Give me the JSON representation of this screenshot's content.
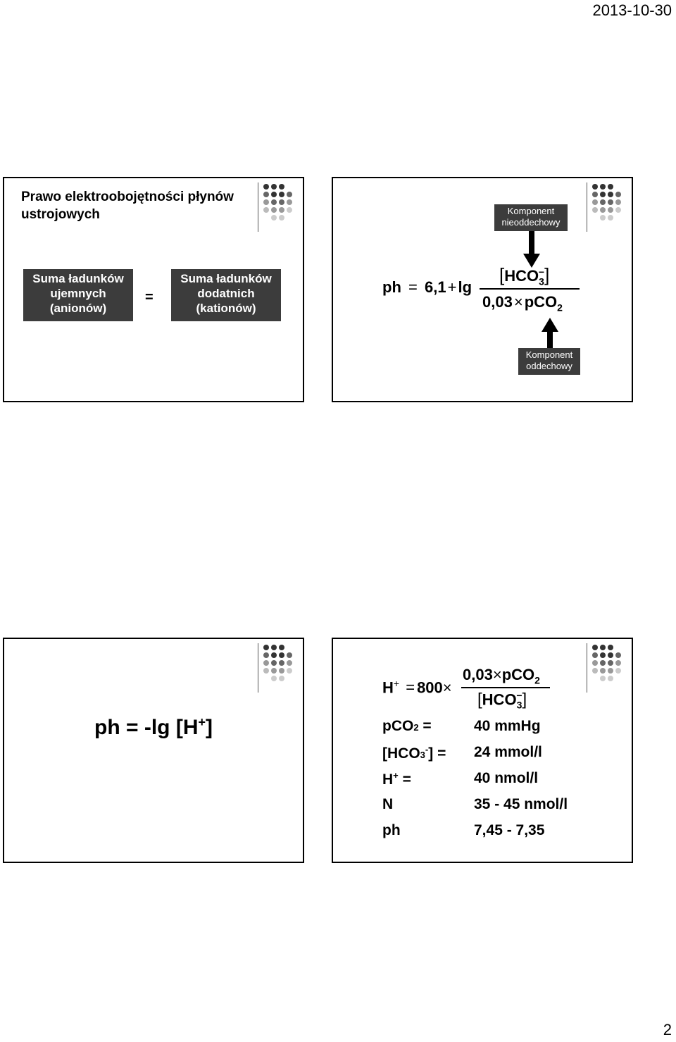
{
  "header": {
    "date": "2013-10-30"
  },
  "footer": {
    "page_number": "2"
  },
  "slide1": {
    "title": "Prawo elektroobojętności płynów ustrojowych",
    "left_box": [
      "Suma ładunków",
      "ujemnych",
      "(anionów)"
    ],
    "equals": "=",
    "right_box": [
      "Suma ładunków",
      "dodatnich",
      "(kationów)"
    ]
  },
  "slide2": {
    "top_tag": [
      "Komponent",
      "nieoddechowy"
    ],
    "bottom_tag": [
      "Komponent",
      "oddechowy"
    ],
    "equation": {
      "lhs": "ph",
      "eq": "=",
      "const": "6,1",
      "plus": "+",
      "log": "lg",
      "numerator": "HCO",
      "numerator_sub": "3",
      "numerator_sup": "−",
      "denominator_factor": "0,03",
      "times": "×",
      "denominator_var": "pCO",
      "denominator_sub": "2"
    }
  },
  "slide3": {
    "formula_main": "ph = -lg [H",
    "formula_sup": "+",
    "formula_end": "]"
  },
  "slide4": {
    "equation": {
      "lhs": "H",
      "lhs_sup": "+",
      "eq": "=",
      "const": "800",
      "times": "×",
      "numerator_factor": "0,03",
      "numerator_var": "pCO",
      "numerator_sub": "2",
      "denominator": "HCO",
      "denominator_sub": "3",
      "denominator_sup": "−"
    },
    "rows": [
      {
        "label": "pCO",
        "label_sub": "2",
        "label_sup": "",
        "label_end": " =",
        "value": "40 mmHg"
      },
      {
        "label": "[HCO",
        "label_sub": "3",
        "label_sup": "-",
        "label_end": "] =",
        "value": "24 mmol/l"
      },
      {
        "label": "H",
        "label_sub": "",
        "label_sup": "+",
        "label_end": " =",
        "value": "40 nmol/l"
      },
      {
        "label": "N",
        "label_sub": "",
        "label_sup": "",
        "label_end": "",
        "value": "35 - 45 nmol/l"
      },
      {
        "label": "ph",
        "label_sub": "",
        "label_sup": "",
        "label_end": "",
        "value": "7,45 - 7,35"
      }
    ]
  },
  "decoration": {
    "dot_colors": [
      "#333333",
      "#333333",
      "#333333",
      "",
      "#666666",
      "#333333",
      "#333333",
      "#666666",
      "#999999",
      "#666666",
      "#666666",
      "#999999",
      "#bbbbbb",
      "#999999",
      "#999999",
      "#cccccc",
      "",
      "#cccccc",
      "#cccccc",
      ""
    ]
  }
}
